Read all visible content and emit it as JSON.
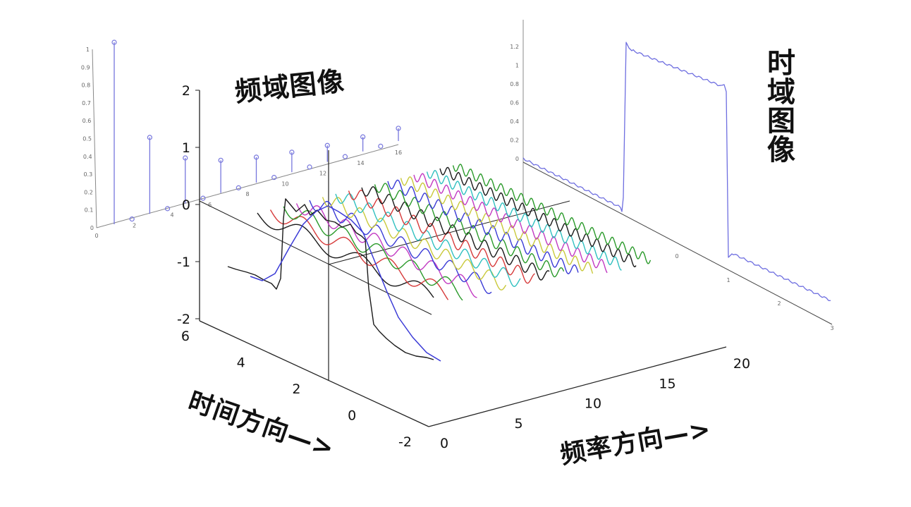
{
  "labels": {
    "freq_domain": "频域图像",
    "time_domain": "时域图像",
    "time_direction": "时间方向",
    "freq_direction": "频率方向",
    "arrow": "—>"
  },
  "axis3d": {
    "z_ticks": [
      "2",
      "1",
      "0",
      "-1",
      "-2"
    ],
    "time_ticks": [
      "6",
      "4",
      "2",
      "0",
      "-2"
    ],
    "freq_ticks": [
      "0",
      "5",
      "10",
      "15",
      "20"
    ]
  },
  "spectrum_panel": {
    "y_ticks": [
      "0",
      "0.1",
      "0.2",
      "0.3",
      "0.4",
      "0.5",
      "0.6",
      "0.7",
      "0.8",
      "0.9",
      "1"
    ],
    "x_ticks": [
      "0",
      "2",
      "4",
      "6",
      "8",
      "10",
      "12",
      "14",
      "16"
    ],
    "stem_values": [
      1,
      0,
      0.42,
      0,
      0.25,
      0,
      0.18,
      0,
      0.14,
      0,
      0.11,
      0,
      0.09,
      0,
      0.08,
      0,
      0.07
    ],
    "color": "#7777dd"
  },
  "time_panel": {
    "y_ticks": [
      "0",
      "0.2",
      "0.4",
      "0.6",
      "0.8",
      "1",
      "1.2"
    ],
    "x_ticks": [
      "0",
      "1",
      "2",
      "3"
    ],
    "color": "#6e6ee0"
  },
  "harmonics": {
    "colors": [
      "#1a1a1a",
      "#d63a3a",
      "#2a9a2a",
      "#c23ac2",
      "#3a3ad6",
      "#c9c93a",
      "#30c0c0",
      "#d63a3a",
      "#1a1a1a",
      "#2a9a2a",
      "#3a3ad6",
      "#c9c93a",
      "#c23ac2",
      "#30c0c0",
      "#1a1a1a",
      "#2a9a2a"
    ]
  }
}
